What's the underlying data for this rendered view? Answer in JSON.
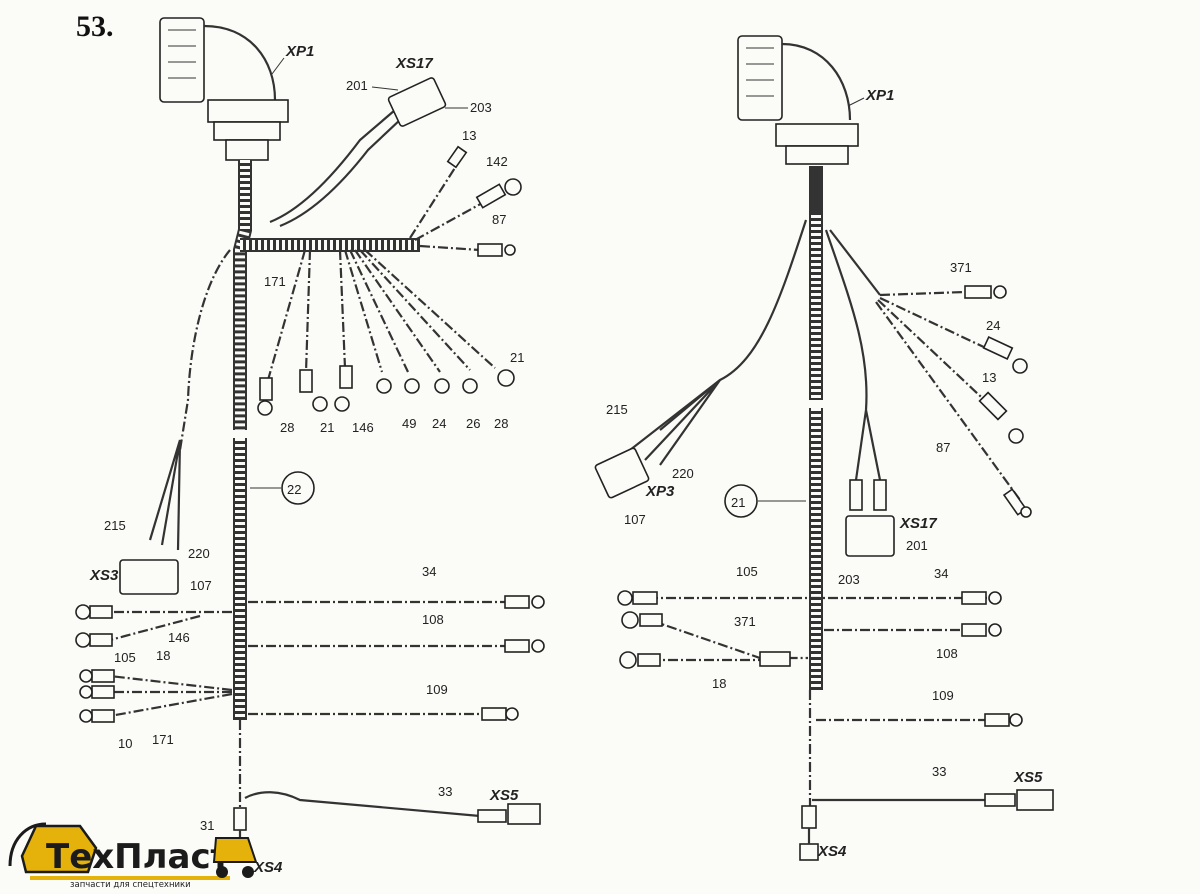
{
  "figure_number": "53.",
  "logo": {
    "brand": "ТехПласт",
    "tagline": "запчасти для спецтехники"
  },
  "left": {
    "callout": "22",
    "xp1": "XP1",
    "xs17": "XS17",
    "xs3": "XS3",
    "xs4": "XS4",
    "xs5": "XS5",
    "labels": {
      "w201": "201",
      "w203": "203",
      "w13": "13",
      "w142": "142",
      "w87": "87",
      "w171": "171",
      "w28a": "28",
      "w21a": "21",
      "w146": "146",
      "w49": "49",
      "w24": "24",
      "w26": "26",
      "w28b": "28",
      "w21b": "21",
      "w215": "215",
      "w220": "220",
      "w107": "107",
      "w34": "34",
      "w105": "105",
      "w146b": "146",
      "w108": "108",
      "w18": "18",
      "w10": "10",
      "w171b": "171",
      "w109": "109",
      "w33": "33",
      "w31": "31"
    }
  },
  "right": {
    "callout": "21",
    "xp1": "XP1",
    "xp3": "XP3",
    "xs17": "XS17",
    "xs4": "XS4",
    "xs5": "XS5",
    "labels": {
      "w371": "371",
      "w24": "24",
      "w13": "13",
      "w87": "87",
      "w215": "215",
      "w220": "220",
      "w107": "107",
      "w201": "201",
      "w203": "203",
      "w105": "105",
      "w34": "34",
      "w371b": "371",
      "w108": "108",
      "w18": "18",
      "w109": "109",
      "w33": "33"
    }
  }
}
